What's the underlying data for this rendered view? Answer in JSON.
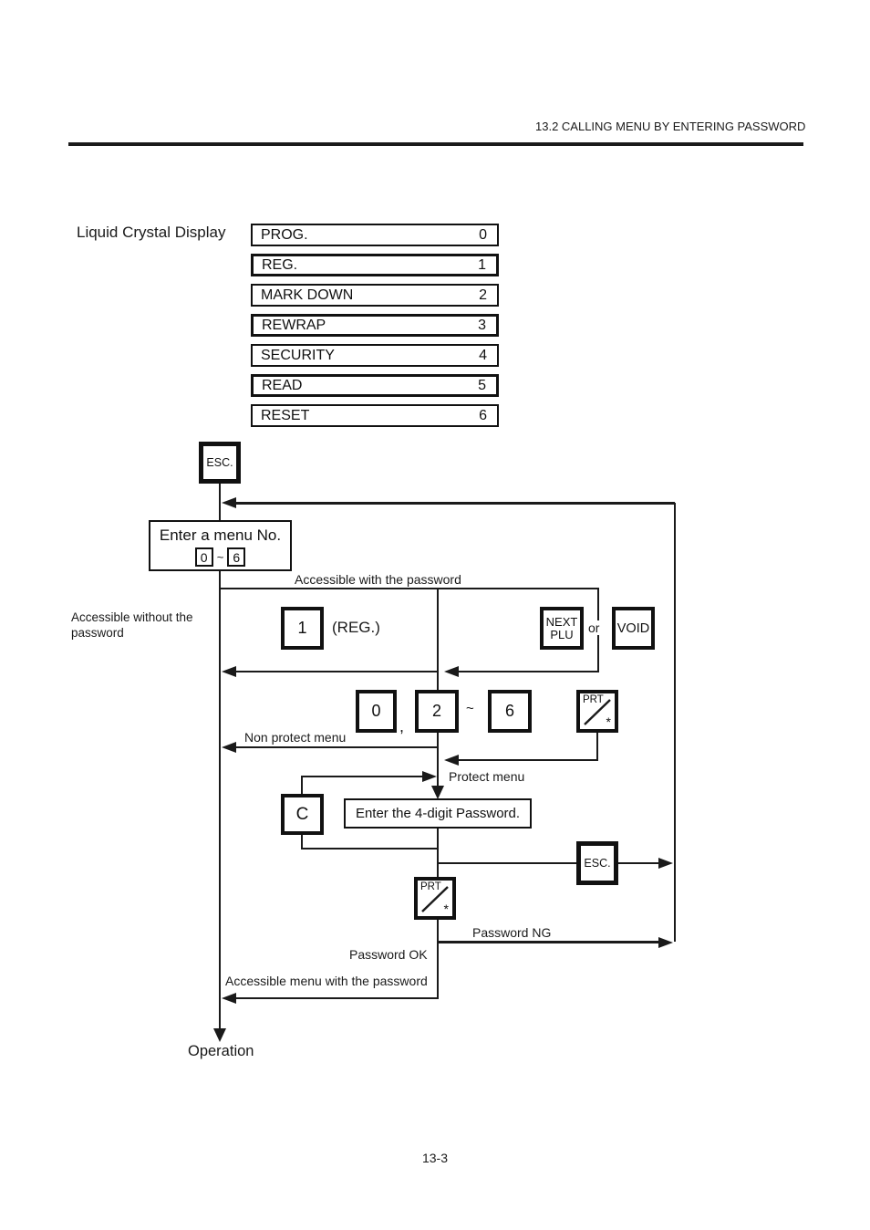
{
  "colors": {
    "ink": "#1a1a1a",
    "paper": "#ffffff"
  },
  "page": {
    "header": "13.2 CALLING MENU BY ENTERING PASSWORD",
    "footer_page_number": "13-3"
  },
  "lcd": {
    "label": "Liquid Crystal Display",
    "menu_items": [
      {
        "name": "PROG.",
        "number": "0"
      },
      {
        "name": "REG.",
        "number": "1"
      },
      {
        "name": "MARK DOWN",
        "number": "2"
      },
      {
        "name": "REWRAP",
        "number": "3"
      },
      {
        "name": "SECURITY",
        "number": "4"
      },
      {
        "name": "READ",
        "number": "5"
      },
      {
        "name": "RESET",
        "number": "6"
      }
    ]
  },
  "flowchart": {
    "keys": {
      "esc_top": "ESC.",
      "key_1": "1",
      "next_plu_line1": "NEXT",
      "next_plu_line2": "PLU",
      "void": "VOID",
      "key_0": "0",
      "key_2": "2",
      "key_6": "6",
      "prt_label": "PRT",
      "prt_star": "*",
      "clear": "C",
      "esc_mid": "ESC."
    },
    "enter_menu": {
      "title": "Enter a menu No.",
      "key_from": "0",
      "tilde": "~",
      "key_to": "6"
    },
    "password_box": "Enter the 4-digit Password.",
    "labels": {
      "accessible_with": "Accessible with the password",
      "accessible_without_line1": "Accessible without the",
      "accessible_without_line2": "password",
      "reg_note": "(REG.)",
      "or": "or",
      "comma": ",",
      "tilde": "~",
      "non_protect": "Non protect menu",
      "protect": "Protect menu",
      "password_ng": "Password NG",
      "password_ok": "Password OK",
      "accessible_menu": "Accessible menu with the password",
      "operation": "Operation"
    }
  }
}
